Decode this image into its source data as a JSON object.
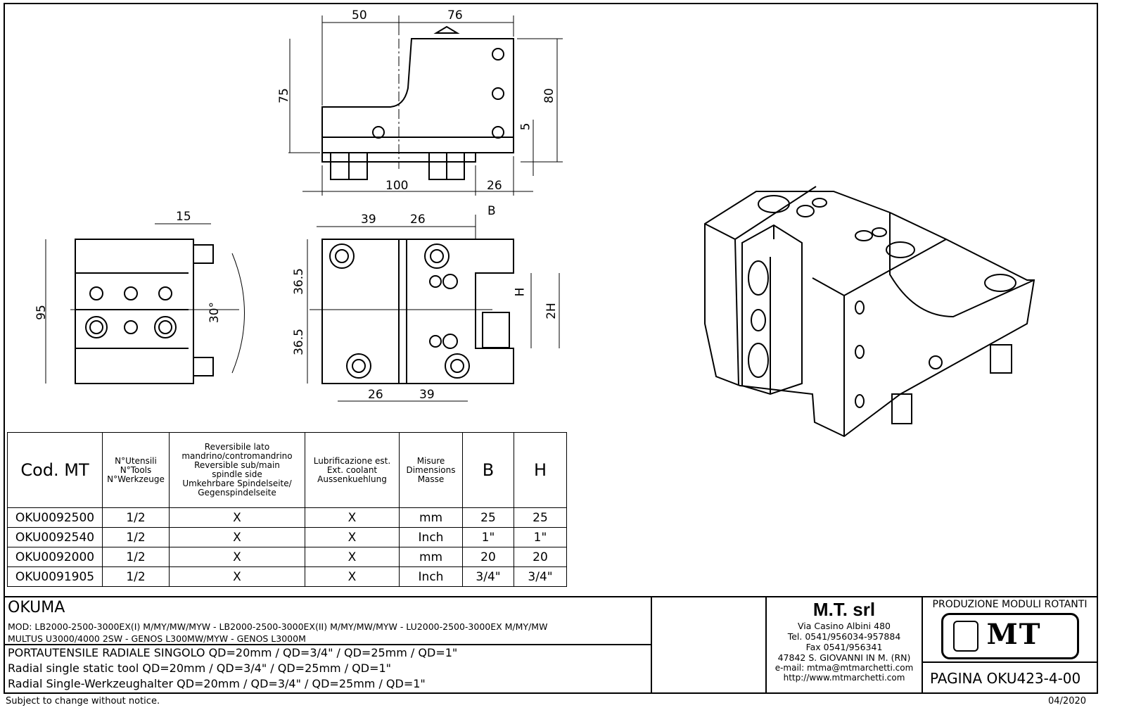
{
  "top_view": {
    "dims": [
      "50",
      "76",
      "75",
      "80",
      "5",
      "100",
      "26"
    ]
  },
  "side_view": {
    "dims": [
      "15",
      "95",
      "30°"
    ]
  },
  "front_view": {
    "dims": [
      "39",
      "26",
      "B",
      "36.5",
      "36.5",
      "H",
      "2H",
      "26",
      "39"
    ]
  },
  "table": {
    "headers": [
      "Cod. MT",
      "N°Utensili\nN°Tools\nN°Werkzeuge",
      "Reversibile lato\nmandrino/contromandrino\nReversible sub/main\nspindle side\nUmkehrbare Spindelseite/\nGegenspindelseite",
      "Lubrificazione est.\nExt. coolant\nAussenkuehlung",
      "Misure\nDimensions\nMasse",
      "B",
      "H"
    ],
    "rows": [
      [
        "OKU0092500",
        "1/2",
        "X",
        "X",
        "mm",
        "25",
        "25"
      ],
      [
        "OKU0092540",
        "1/2",
        "X",
        "X",
        "Inch",
        "1\"",
        "1\""
      ],
      [
        "OKU0092000",
        "1/2",
        "X",
        "X",
        "mm",
        "20",
        "20"
      ],
      [
        "OKU0091905",
        "1/2",
        "X",
        "X",
        "Inch",
        "3/4\"",
        "3/4\""
      ]
    ]
  },
  "title_block": {
    "brand": "OKUMA",
    "models_line1": "MOD: LB2000-2500-3000EX(I) M/MY/MW/MYW  -  LB2000-2500-3000EX(II) M/MY/MW/MYW  -  LU2000-2500-3000EX M/MY/MW",
    "models_line2": "MULTUS U3000/4000 2SW  -  GENOS L300MW/MYW  -  GENOS L3000M",
    "desc_it": "PORTAUTENSILE RADIALE SINGOLO QD=20mm / QD=3/4\" / QD=25mm / QD=1\"",
    "desc_en": "Radial single static tool QD=20mm / QD=3/4\" / QD=25mm / QD=1\"",
    "desc_de": "Radial Single-Werkzeughalter QD=20mm / QD=3/4\" / QD=25mm / QD=1\"",
    "company": {
      "name": "M.T. srl",
      "lines": [
        "Via Casino Albini 480",
        "Tel. 0541/956034-957884",
        "Fax 0541/956341",
        "47842 S. GIOVANNI IN M. (RN)",
        "e-mail: mtma@mtmarchetti.com",
        "http://www.mtmarchetti.com"
      ]
    },
    "production": "PRODUZIONE MODULI ROTANTI",
    "logo_text": "MT",
    "page": "PAGINA OKU423-4-00"
  },
  "footer": {
    "notice": "Subject to change without notice.",
    "date": "04/2020"
  }
}
